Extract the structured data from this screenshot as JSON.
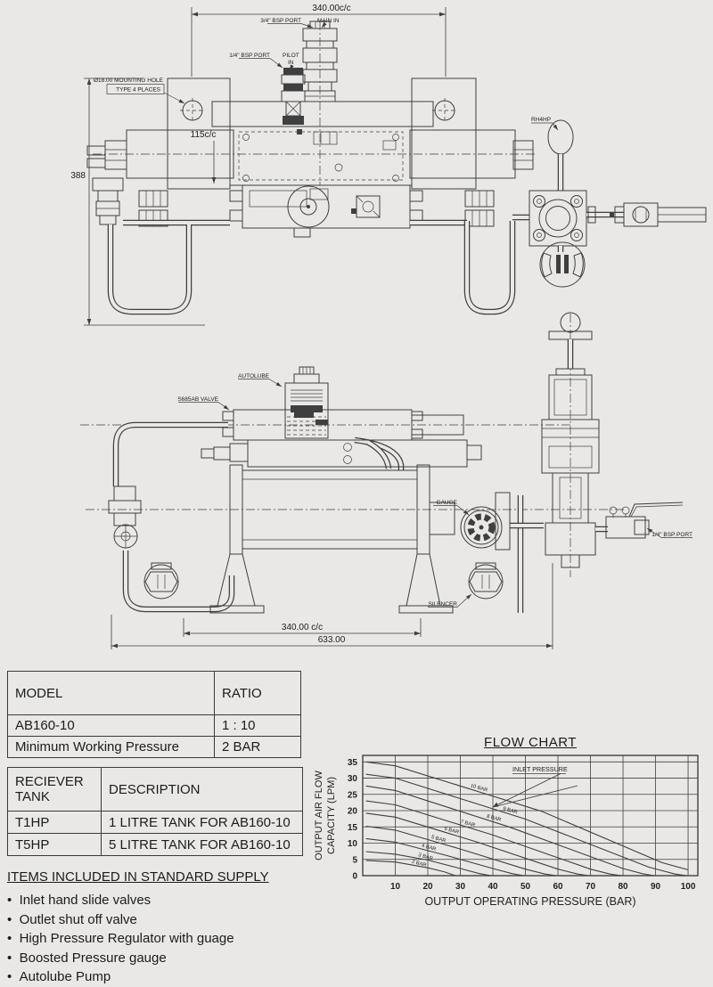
{
  "colors": {
    "bg": "#e9e8e6",
    "line": "#3f3f3f",
    "text": "#222222"
  },
  "top_view": {
    "dim_340": "340.00c/c",
    "dim_388": "388",
    "dim_115": "115c/c",
    "bsp34": "3/4\" BSP PORT",
    "main_in": "MAIN IN",
    "bsp14": "1/4\" BSP PORT",
    "pilot": "PILOT",
    "pilot_in": "IN",
    "mounting_line1": "Ø18.00 MOUNTING HOLE",
    "mounting_line2": "TYPE 4 PLACES",
    "rh4hp": "RH4HP"
  },
  "side_view": {
    "autolube": "AUTOLUBE",
    "s685ab": "S685AB VALVE",
    "gauge": "GAUGE",
    "silencer": "SILENCER",
    "bsp14": "1/4\" BSP PORT",
    "dim_340": "340.00 c/c",
    "dim_633": "633.00"
  },
  "model_table": {
    "headers": [
      "MODEL",
      "RATIO"
    ],
    "rows": [
      [
        "AB160-10",
        "1 : 10"
      ],
      [
        "Minimum Working Pressure",
        "2 BAR"
      ]
    ]
  },
  "tank_table": {
    "headers": [
      "RECIEVER TANK",
      "DESCRIPTION"
    ],
    "rows": [
      [
        "T1HP",
        "1 LITRE TANK FOR AB160-10"
      ],
      [
        "T5HP",
        "5 LITRE TANK FOR AB160-10"
      ]
    ]
  },
  "items": {
    "heading": "ITEMS INCLUDED IN STANDARD SUPPLY",
    "bullets": [
      "Inlet hand slide valves",
      "Outlet shut off valve",
      "High Pressure Regulator with guage",
      "Boosted Pressure gauge",
      "Autolube Pump"
    ]
  },
  "chart_data": {
    "type": "line",
    "title": "FLOW CHART",
    "annotation": "INLET PRESSURE",
    "xlabel": "OUTPUT OPERATING PRESSURE (BAR)",
    "ylabel": "OUTPUT AIR FLOW CAPACITY (LPM)",
    "ylabel_lines": [
      "OUTPUT AIR FLOW",
      "CAPACITY (LPM)"
    ],
    "xlim": [
      0,
      103
    ],
    "ylim": [
      0,
      37
    ],
    "xticks": [
      10,
      20,
      30,
      40,
      50,
      60,
      70,
      80,
      90,
      100
    ],
    "yticks": [
      0,
      5,
      10,
      15,
      20,
      25,
      30,
      35
    ],
    "grid": true,
    "legend": "none",
    "series": [
      {
        "name": "2 BAR",
        "label_at": 15,
        "points": [
          [
            1,
            4.7
          ],
          [
            10,
            4.2
          ],
          [
            20,
            2.4
          ],
          [
            25,
            1.2
          ],
          [
            28.5,
            0
          ]
        ]
      },
      {
        "name": "3 BAR",
        "label_at": 17,
        "points": [
          [
            1,
            7.4
          ],
          [
            10,
            6.6
          ],
          [
            20,
            4.8
          ],
          [
            30,
            2.2
          ],
          [
            36,
            0.6
          ],
          [
            39.5,
            0
          ]
        ]
      },
      {
        "name": "4 BAR",
        "label_at": 18,
        "points": [
          [
            1,
            11.4
          ],
          [
            10,
            10.3
          ],
          [
            25,
            6.4
          ],
          [
            40,
            2.2
          ],
          [
            46,
            0.6
          ],
          [
            49.5,
            0
          ]
        ]
      },
      {
        "name": "5 BAR",
        "label_at": 21,
        "points": [
          [
            1,
            15.2
          ],
          [
            10,
            14.0
          ],
          [
            30,
            8.2
          ],
          [
            50,
            2.0
          ],
          [
            56,
            0.5
          ],
          [
            59.5,
            0
          ]
        ]
      },
      {
        "name": "6 BAR",
        "label_at": 25,
        "points": [
          [
            1,
            19.2
          ],
          [
            10,
            18.0
          ],
          [
            35,
            10.4
          ],
          [
            60,
            2.0
          ],
          [
            66,
            0.5
          ],
          [
            69.5,
            0
          ]
        ]
      },
      {
        "name": "7 BAR",
        "label_at": 30,
        "points": [
          [
            1,
            23.0
          ],
          [
            10,
            21.8
          ],
          [
            40,
            12.5
          ],
          [
            70,
            2.0
          ],
          [
            76,
            0.5
          ],
          [
            79.5,
            0
          ]
        ]
      },
      {
        "name": "8 BAR",
        "label_at": 38,
        "points": [
          [
            1,
            27.6
          ],
          [
            10,
            26.2
          ],
          [
            45,
            15.0
          ],
          [
            80,
            2.2
          ],
          [
            86,
            0.6
          ],
          [
            89.5,
            0
          ]
        ]
      },
      {
        "name": "9 BAR",
        "label_at": 43,
        "points": [
          [
            1,
            31.2
          ],
          [
            10,
            30.0
          ],
          [
            50,
            17.4
          ],
          [
            88,
            2.6
          ],
          [
            96,
            0.5
          ],
          [
            99.5,
            0
          ]
        ]
      },
      {
        "name": "10 BAR",
        "label_at": 33,
        "points": [
          [
            1,
            35.0
          ],
          [
            10,
            33.8
          ],
          [
            55,
            19.8
          ],
          [
            92,
            4.0
          ],
          [
            100,
            1.8
          ]
        ]
      }
    ]
  }
}
